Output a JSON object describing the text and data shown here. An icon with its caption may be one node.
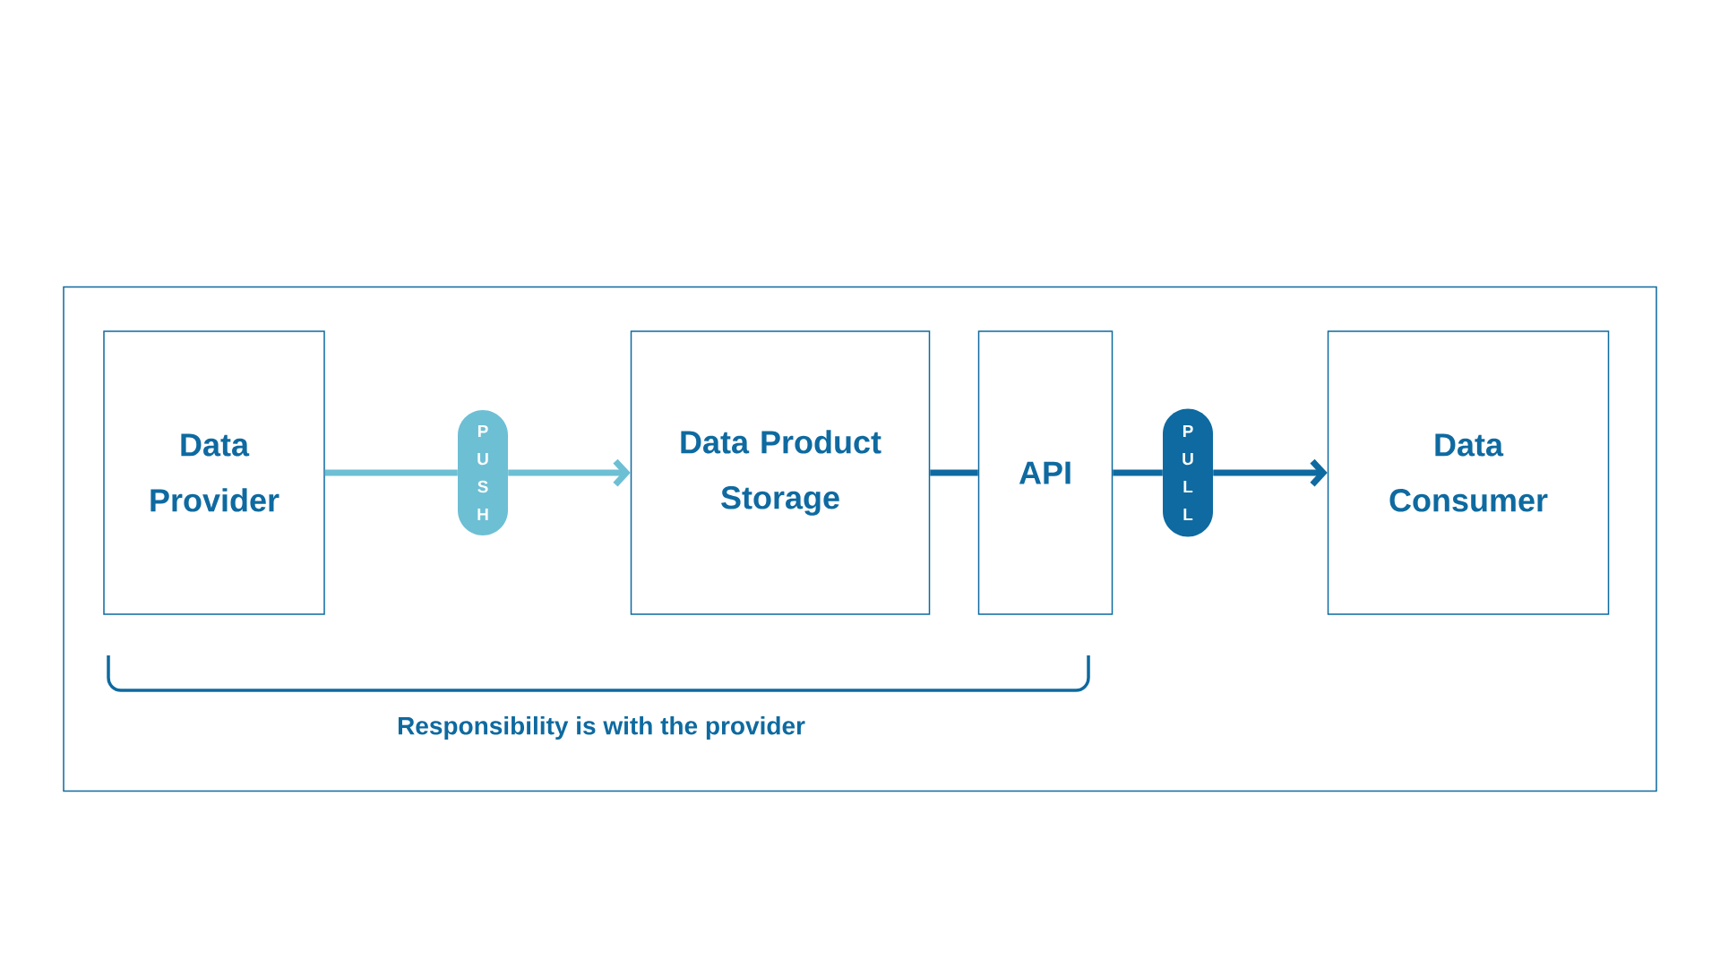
{
  "diagram": {
    "nodes": [
      {
        "text": [],
        "shape": "box"
      },
      {
        "text": [
          "Data Provider"
        ],
        "in": 0
      },
      {
        "text": [
          "P U S H"
        ],
        "in": 0
      },
      {
        "text": [
          "Data Product Storage"
        ],
        "in": 0
      },
      {
        "text": [
          "API"
        ],
        "in": 0
      },
      {
        "text": [
          "P U L L"
        ],
        "in": 0
      },
      {
        "text": [
          "Data Consumer"
        ],
        "in": 0
      }
    ],
    "edges": [
      {
        "from": 1,
        "to": 2,
        "arrow": "none",
        "color": "#6dbfd4"
      },
      {
        "from": 2,
        "to": 3,
        "arrow": "to",
        "color": "#6dbfd4"
      },
      {
        "from": 3,
        "to": 4,
        "arrow": "none"
      },
      {
        "from": 4,
        "to": 5,
        "arrow": "none"
      },
      {
        "from": 5,
        "to": 6,
        "arrow": "to"
      }
    ],
    "labels": [
      "Responsibility is with the provider"
    ]
  }
}
